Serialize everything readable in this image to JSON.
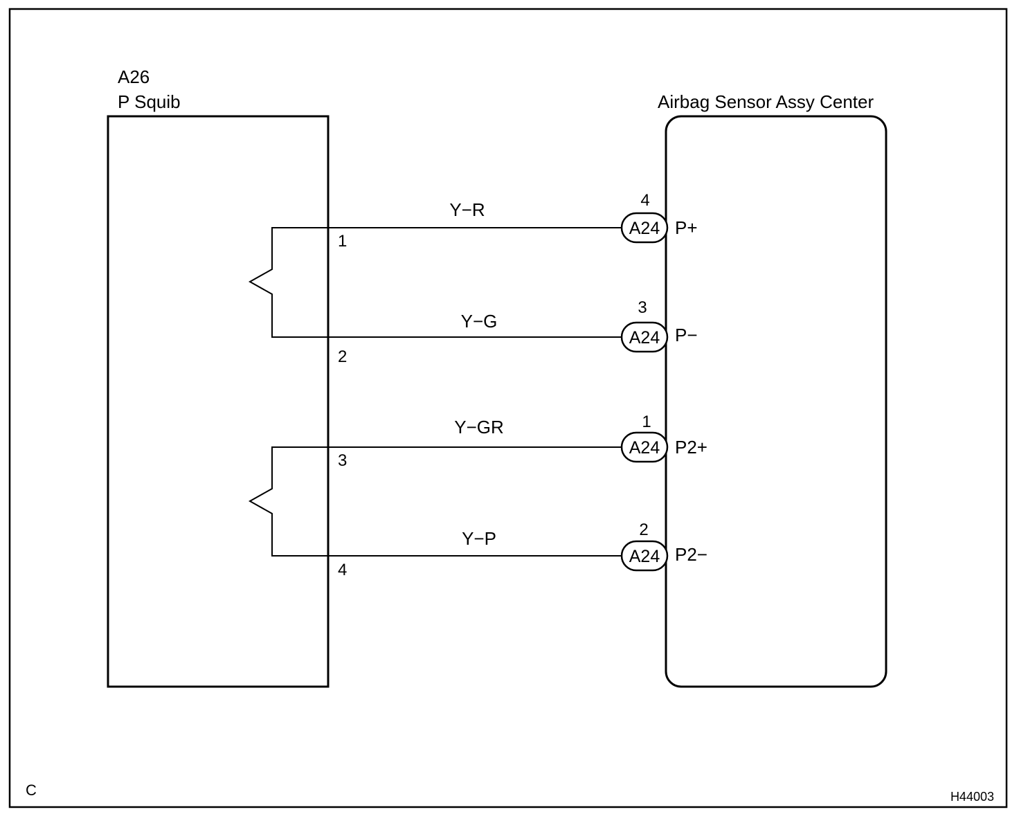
{
  "left_component": {
    "code": "A26",
    "name": "P Squib"
  },
  "right_component": {
    "name": "Airbag Sensor Assy Center"
  },
  "circuits": [
    {
      "squib_pin": "1",
      "wire_color": "Y−R",
      "connector": "A24",
      "ecu_pin": "4",
      "terminal": "P+"
    },
    {
      "squib_pin": "2",
      "wire_color": "Y−G",
      "connector": "A24",
      "ecu_pin": "3",
      "terminal": "P−"
    },
    {
      "squib_pin": "3",
      "wire_color": "Y−GR",
      "connector": "A24",
      "ecu_pin": "1",
      "terminal": "P2+"
    },
    {
      "squib_pin": "4",
      "wire_color": "Y−P",
      "connector": "A24",
      "ecu_pin": "2",
      "terminal": "P2−"
    }
  ],
  "footer": {
    "corner_letter": "C",
    "figure_code": "H44003"
  }
}
